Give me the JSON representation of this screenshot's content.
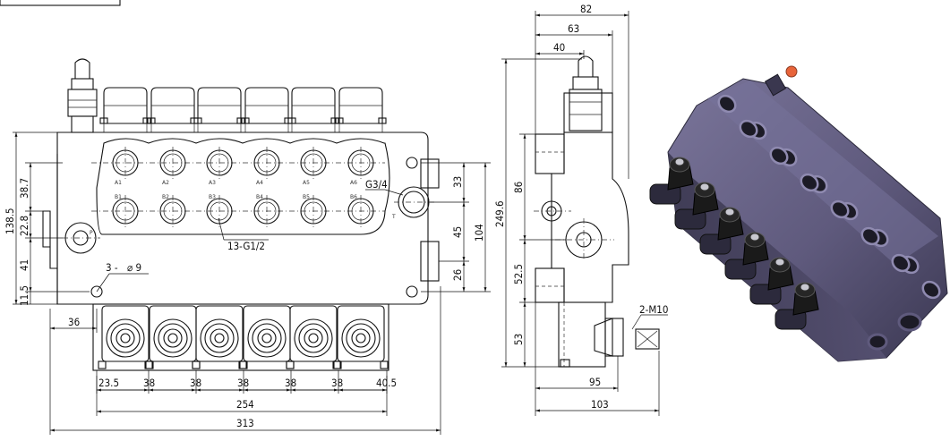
{
  "front_view": {
    "dims_bottom": [
      "23.5",
      "38",
      "38",
      "38",
      "38",
      "38",
      "40.5"
    ],
    "dim_254": "254",
    "dim_313": "313",
    "dim_36": "36",
    "dims_left": [
      "138.5",
      "38.7",
      "22.8",
      "41",
      "11.5"
    ],
    "dims_right": [
      "33",
      "45",
      "26",
      "104"
    ],
    "label_hole": "3 -",
    "label_hole_dia": "⌀ 9",
    "label_g34": "G3/4",
    "label_ports": "13-G1/2",
    "port_labels_a": [
      "A1",
      "A2",
      "A3",
      "A4",
      "A5",
      "A6"
    ],
    "port_labels_b": [
      "B1",
      "B2",
      "B3",
      "B4",
      "B5",
      "B6"
    ],
    "label_p": "P",
    "label_t": "T"
  },
  "side_view": {
    "dims_top": [
      "82",
      "63",
      "40"
    ],
    "dims_left": [
      "86",
      "249.6",
      "52.5",
      "53"
    ],
    "dims_bottom": [
      "95",
      "103"
    ],
    "label_thread": "2-M10"
  },
  "colors": {
    "line": "#111111",
    "valve_body": "#5f5a7d",
    "valve_dark": "#2c2a3c",
    "valve_hole": "#1c1b26",
    "knob": "#1a1a1a",
    "screw_cap": "#e8643a"
  }
}
